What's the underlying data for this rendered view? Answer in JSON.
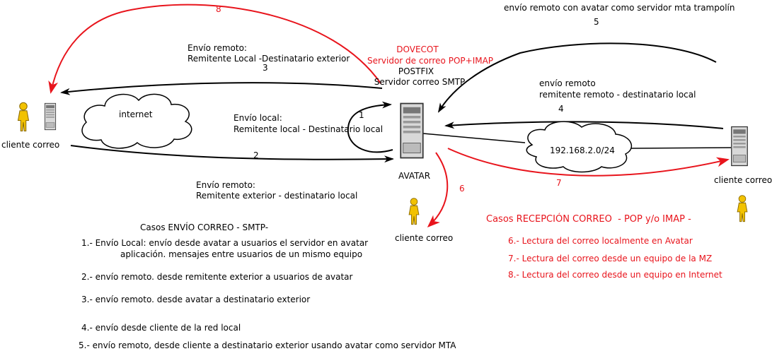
{
  "colors": {
    "red": "#e8141c",
    "black": "#000000"
  },
  "arrow_numbers": {
    "n1": "1",
    "n2": "2",
    "n3": "3",
    "n4": "4",
    "n5": "5",
    "n6": "6",
    "n7": "7",
    "n8": "8"
  },
  "labels": {
    "remote_send_1": "Envío remoto:",
    "remote_send_1b": "Remitente Local -Destinatario exterior",
    "local_send": "Envío local:",
    "local_send_b": "Remitente local - Destinatario local",
    "remote_send_2": "Envío remoto:",
    "remote_send_2b": "Remitente exterior - destinatario local",
    "dovecot": "DOVECOT",
    "dovecot_b": "Servidor de correo POP+IMAP",
    "postfix": "POSTFIX",
    "postfix_b": "Servidor correo SMTP",
    "avatar": "AVATAR",
    "remote_4": "envío remoto",
    "remote_4b": "remitente remoto - destinatario local",
    "trampoline": "envío remoto con avatar como servidor mta trampolín",
    "internet": "internet",
    "lan": "192.168.2.0/24",
    "client_left": "cliente correo",
    "client_center": "cliente correo",
    "client_right": "cliente correo"
  },
  "smtp_cases": {
    "title": "Casos ENVÍO CORREO - SMTP-",
    "c1a": "1.- Envío Local: envío desde avatar a usuarios el servidor en avatar",
    "c1b": "aplicación. mensajes entre usuarios de un mismo equipo",
    "c2": "2.- envío remoto. desde remitente exterior a usuarios de avatar",
    "c3": "3.- envío remoto. desde avatar a destinatario exterior",
    "c4": "4.- envío desde cliente de la red local",
    "c5": "5.- envío remoto, desde cliente a destinatario exterior usando avatar como servidor MTA"
  },
  "reception_cases": {
    "title": "Casos RECEPCIÓN CORREO  - POP y/o IMAP -",
    "c6": "6.- Lectura del correo localmente en Avatar",
    "c7": "7.- Lectura del correo desde un equipo de la MZ",
    "c8": "8.- Lectura del correo desde un equipo en Internet"
  },
  "icons": [
    "person-icon",
    "server-icon",
    "cloud-icon"
  ]
}
